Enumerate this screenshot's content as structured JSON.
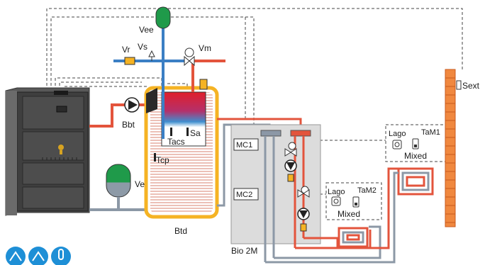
{
  "labels": {
    "vee": "Vee",
    "vr": "Vr",
    "vs": "Vs",
    "vm": "Vm",
    "bbt": "Bbt",
    "tacs": "Tacs",
    "sa": "Sa",
    "tcp": "Tcp",
    "ve": "Ve",
    "btd": "Btd",
    "bio2m": "Bio 2M",
    "mc1": "MC1",
    "mc2": "MC2",
    "sext": "Sext",
    "lago1": "Lago",
    "tam1": "TaM1",
    "mixed1": "Mixed",
    "lago2": "Lago",
    "tam2": "TaM2",
    "mixed2": "Mixed"
  },
  "colors": {
    "hot": "#e3543c",
    "cold": "#3b7fc4",
    "return_grey": "#8c98a6",
    "tank_outline": "#f5b324",
    "boiler": "#4a4a4a",
    "vessel_green": "#1f9a4a",
    "bottom_icons": "#1e8fd6"
  },
  "bottom_icons": [
    "faucet-icon",
    "faucet-icon",
    "thermometer-icon"
  ]
}
